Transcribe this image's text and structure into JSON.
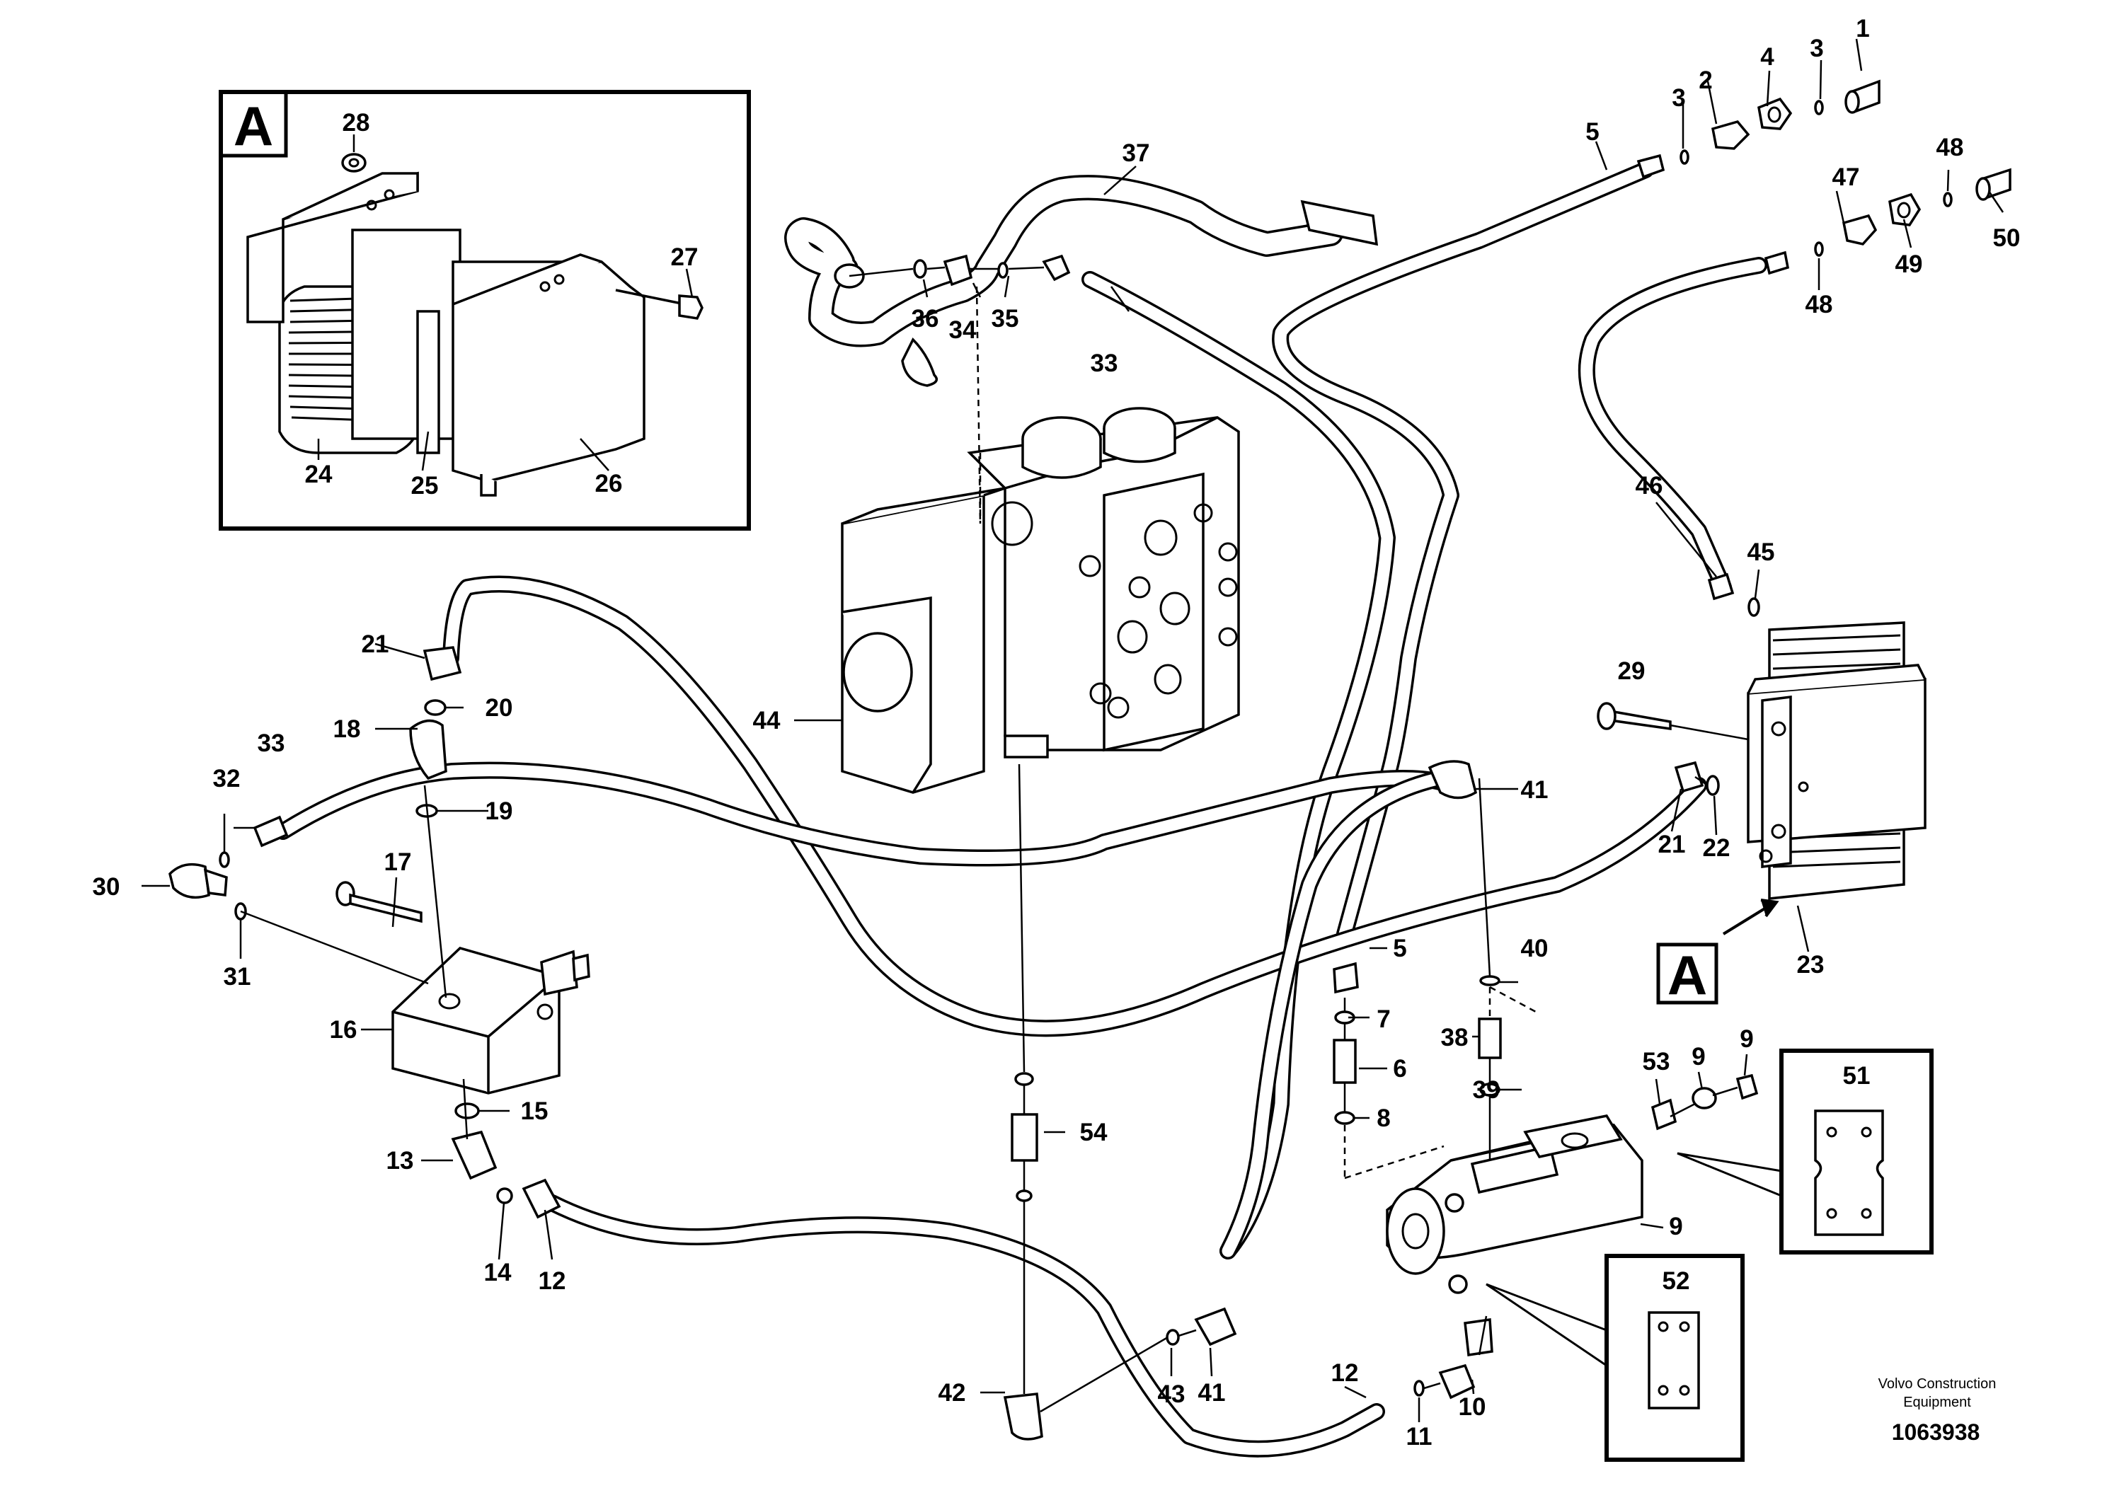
{
  "callouts": [
    "1",
    "2",
    "3",
    "3",
    "4",
    "5",
    "5",
    "6",
    "7",
    "8",
    "9",
    "9",
    "9",
    "10",
    "11",
    "12",
    "12",
    "13",
    "14",
    "15",
    "16",
    "17",
    "18",
    "19",
    "20",
    "21",
    "21",
    "22",
    "23",
    "24",
    "25",
    "26",
    "27",
    "28",
    "29",
    "30",
    "31",
    "32",
    "33",
    "33",
    "34",
    "35",
    "36",
    "37",
    "38",
    "39",
    "40",
    "41",
    "41",
    "42",
    "43",
    "44",
    "45",
    "46",
    "47",
    "48",
    "48",
    "49",
    "50",
    "51",
    "52",
    "53",
    "54"
  ],
  "view_label": "A",
  "credit": {
    "line1": "Volvo Construction",
    "line2": "Equipment"
  },
  "reference_number": "1063938"
}
